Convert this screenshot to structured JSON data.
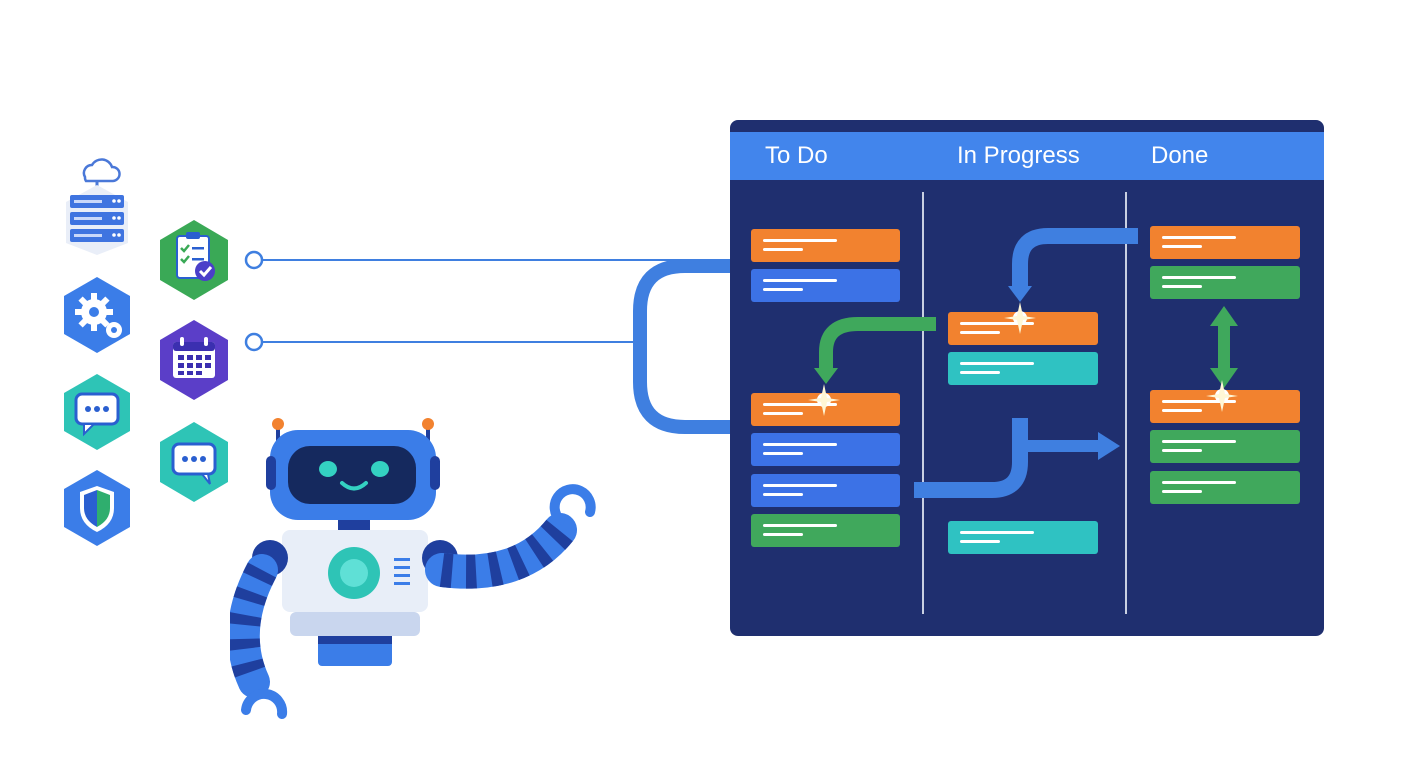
{
  "board": {
    "columns": [
      {
        "id": "todo",
        "title": "To Do"
      },
      {
        "id": "in_progress",
        "title": "In Progress"
      },
      {
        "id": "done",
        "title": "Done"
      }
    ],
    "cards": {
      "todo": [
        "orange",
        "blue",
        "orange",
        "blue",
        "blue",
        "green"
      ],
      "in_progress": [
        "orange",
        "teal",
        "teal"
      ],
      "done": [
        "orange",
        "green",
        "orange",
        "green",
        "green"
      ]
    }
  },
  "colors": {
    "board_bg": "#1f2f6f",
    "header": "#4285ec",
    "orange": "#f2822f",
    "blue": "#3c72e6",
    "green": "#40a85c",
    "teal": "#2fc2c2",
    "connector": "#3f7fe0"
  },
  "icons": {
    "left_column": [
      "server-cloud-icon",
      "gear-icon",
      "chat-bubble-icon",
      "shield-icon"
    ],
    "right_column": [
      "checklist-icon",
      "calendar-icon",
      "chat-bubble-icon"
    ],
    "robot": "robot-icon"
  }
}
